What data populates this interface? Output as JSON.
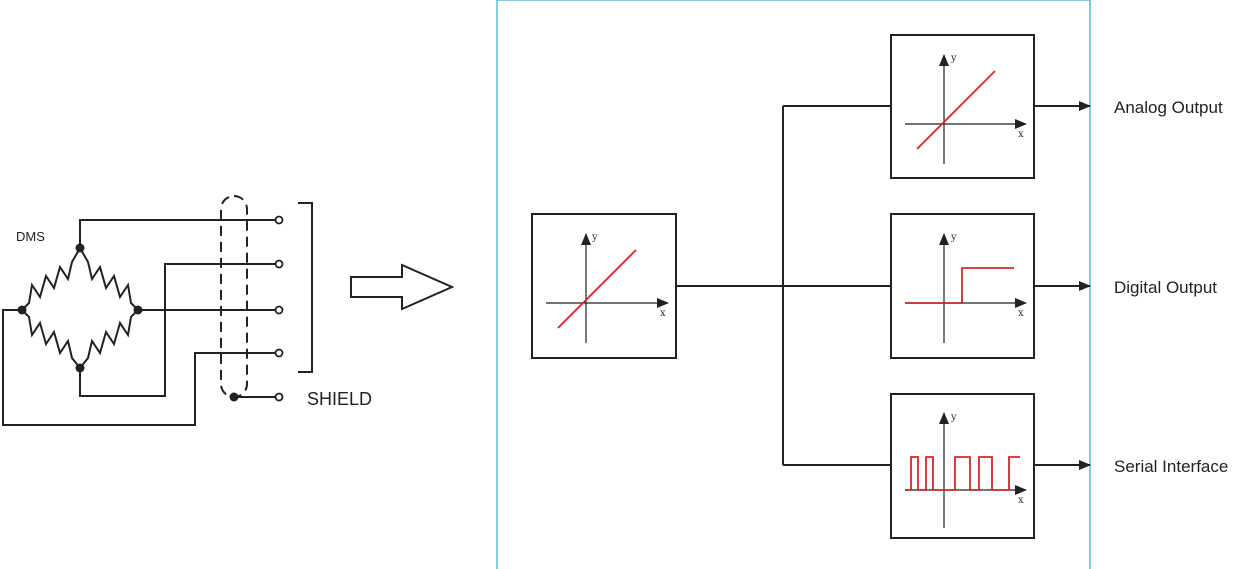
{
  "bridge": {
    "label": "DMS",
    "shield_label": "SHIELD"
  },
  "outputs": [
    {
      "label": "Analog Output"
    },
    {
      "label": "Digital Output"
    },
    {
      "label": "Serial Interface"
    }
  ],
  "axes": {
    "x": "x",
    "y": "y"
  },
  "colors": {
    "line": "#222222",
    "signal": "#d0282c",
    "frame": "#5bbcd8"
  }
}
